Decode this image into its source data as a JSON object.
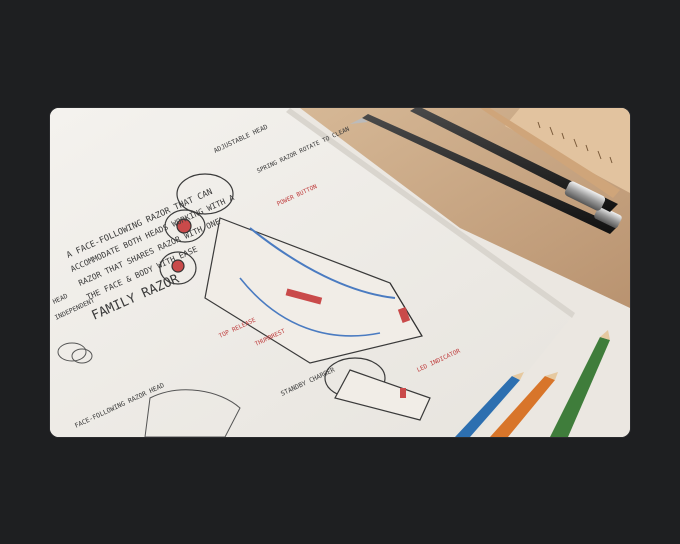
{
  "image": {
    "notes": [
      "A FACE-FOLLOWING RAZOR THAT CAN",
      "ACCOMMODATE BOTH HEADS WORKING WITH A",
      "RAZOR THAT SHARES RAZOR WITH ONE",
      "THE FACE & BODY WITH EASE",
      "FAMILY RAZOR"
    ],
    "callouts": {
      "adjustable_head": "ADJUSTABLE HEAD",
      "spring": "SPRING RAZOR ROTATE TO CLEAN",
      "power_button": "POWER BUTTON",
      "top_release": "TOP RELEASE",
      "thumb_rest": "THUMBREST",
      "standby_charger": "STANDBY CHARGER",
      "led": "LED INDICATOR",
      "head": "HEAD",
      "independent": "INDEPENDENT",
      "face_following": "FACE-FOLLOWING RAZOR HEAD"
    }
  }
}
